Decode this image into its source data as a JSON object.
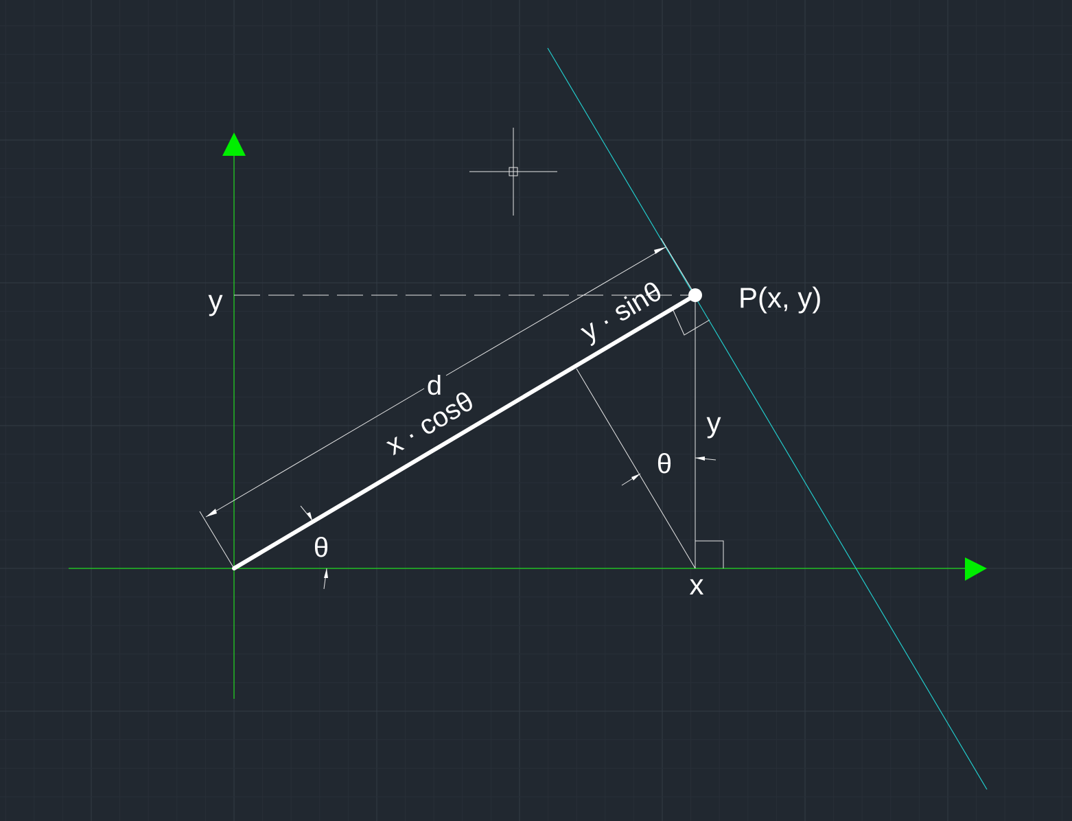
{
  "colors": {
    "background": "#212830",
    "grid_major": "#333b45",
    "grid_minor": "#282f38",
    "axis": "#22dd22",
    "construction": "#e8e8e8",
    "bold_line": "#ffffff",
    "normal_line": "#22cccc"
  },
  "labels": {
    "y_axis": "y",
    "point": "P(x, y)",
    "d": "d",
    "x_cos": "x · cosθ",
    "y_sin": "y · sinθ",
    "theta_origin": "θ",
    "theta_mid": "θ",
    "y_vertical": "y",
    "x_foot": "x"
  },
  "icons": {
    "cursor": "crosshair-cursor-icon",
    "x_arrow": "x-axis-arrow-icon",
    "y_arrow": "y-axis-arrow-icon"
  }
}
